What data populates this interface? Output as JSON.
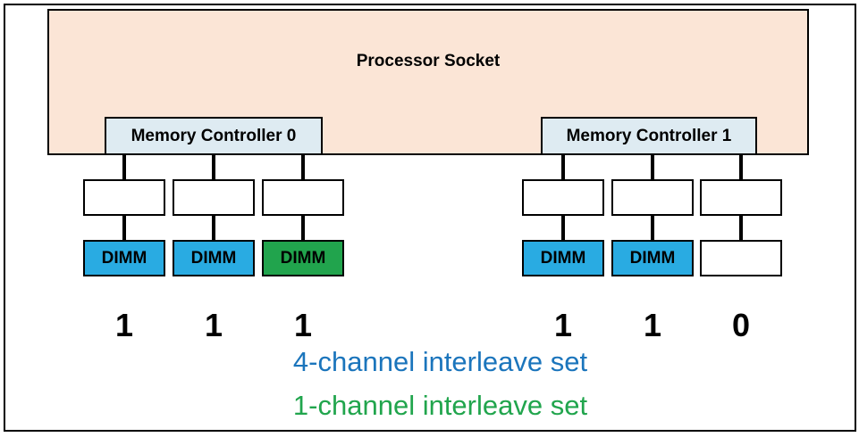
{
  "diagram": {
    "socket_title": "Processor Socket",
    "groups": [
      {
        "controller_label": "Memory Controller 0",
        "channels": [
          {
            "dimm_label": "DIMM",
            "dimm_color": "blue",
            "populated": true,
            "bit": "1"
          },
          {
            "dimm_label": "DIMM",
            "dimm_color": "blue",
            "populated": true,
            "bit": "1"
          },
          {
            "dimm_label": "DIMM",
            "dimm_color": "green",
            "populated": true,
            "bit": "1"
          }
        ]
      },
      {
        "controller_label": "Memory Controller 1",
        "channels": [
          {
            "dimm_label": "DIMM",
            "dimm_color": "blue",
            "populated": true,
            "bit": "1"
          },
          {
            "dimm_label": "DIMM",
            "dimm_color": "blue",
            "populated": true,
            "bit": "1"
          },
          {
            "dimm_label": "",
            "dimm_color": "none",
            "populated": false,
            "bit": "0"
          }
        ]
      }
    ],
    "legend": [
      {
        "text": "4-channel interleave set",
        "color": "#1B75BC"
      },
      {
        "text": "1-channel interleave set",
        "color": "#21A54D"
      }
    ],
    "colors": {
      "socket_fill": "#FBE5D6",
      "controller_fill": "#DEEBF2",
      "dimm_blue": "#29ABE2",
      "dimm_green": "#21A44D",
      "legend_blue": "#1B75BC",
      "legend_green": "#21A54D",
      "outline": "#000000"
    }
  }
}
